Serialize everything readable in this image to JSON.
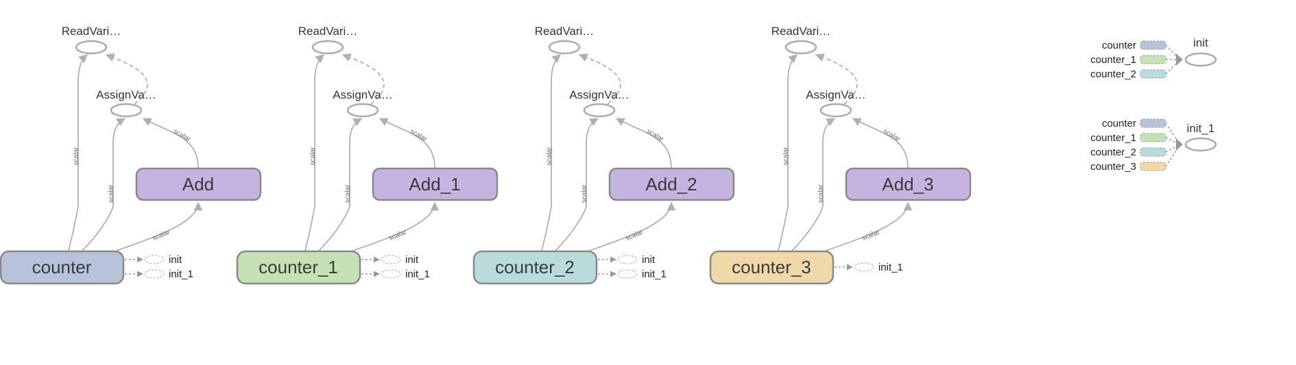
{
  "colors": {
    "counter": "#b8c3db",
    "counter_1": "#c4e2b4",
    "counter_2": "#b9dbdb",
    "counter_3": "#f0d8a8",
    "add": "#c5b4e0",
    "edge": "#b0b0b0",
    "border": "#888888"
  },
  "groups": [
    {
      "variable": "counter",
      "color_key": "counter",
      "add": "Add",
      "read": "ReadVari…",
      "assign": "AssignVa…",
      "edge_label": "scalar",
      "outputs": [
        "init",
        "init_1"
      ]
    },
    {
      "variable": "counter_1",
      "color_key": "counter_1",
      "add": "Add_1",
      "read": "ReadVari…",
      "assign": "AssignVa…",
      "edge_label": "scalar",
      "outputs": [
        "init",
        "init_1"
      ]
    },
    {
      "variable": "counter_2",
      "color_key": "counter_2",
      "add": "Add_2",
      "read": "ReadVari…",
      "assign": "AssignVa…",
      "edge_label": "scalar",
      "outputs": [
        "init",
        "init_1"
      ]
    },
    {
      "variable": "counter_3",
      "color_key": "counter_3",
      "add": "Add_3",
      "read": "ReadVari…",
      "assign": "AssignVa…",
      "edge_label": "scalar",
      "outputs": [
        "init_1"
      ]
    }
  ],
  "aux_nodes": [
    {
      "name": "init",
      "inputs": [
        {
          "label": "counter",
          "color_key": "counter"
        },
        {
          "label": "counter_1",
          "color_key": "counter_1"
        },
        {
          "label": "counter_2",
          "color_key": "counter_2"
        }
      ]
    },
    {
      "name": "init_1",
      "inputs": [
        {
          "label": "counter",
          "color_key": "counter"
        },
        {
          "label": "counter_1",
          "color_key": "counter_1"
        },
        {
          "label": "counter_2",
          "color_key": "counter_2"
        },
        {
          "label": "counter_3",
          "color_key": "counter_3"
        }
      ]
    }
  ]
}
